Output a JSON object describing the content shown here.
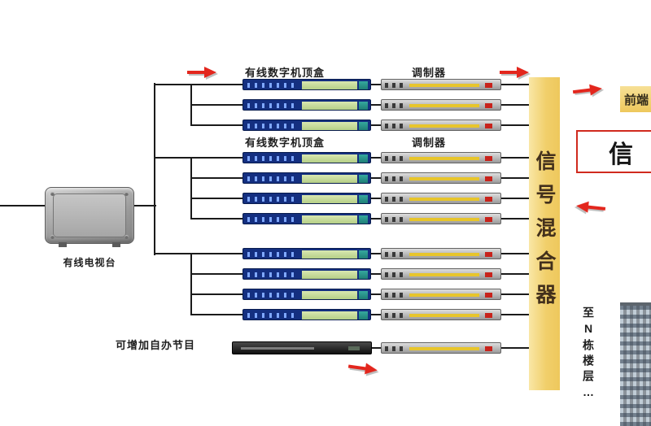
{
  "labels": {
    "stb_group1": "有线数字机顶盒",
    "modulator_group1": "调制器",
    "stb_group2": "有线数字机顶盒",
    "modulator_group2": "调制器",
    "cable_station": "有线电视台",
    "self_program_note": "可增加自办节目",
    "mixer": "信号混合器",
    "front_end": "前端",
    "right_partial_box": "信",
    "to_building_floors": "至N栋楼层…"
  },
  "colors": {
    "arrow_red": "#e3261d",
    "mixer_yellow": "#f1cf6b",
    "frontend_yellow": "#eec85c",
    "signbox_border_red": "#d02a1e",
    "stb_body_blue": "#142f80",
    "stb_panel_green": "#c5da9b",
    "stb_cap_teal": "#2f9a92",
    "modulator_gray": "#bdbdbd",
    "modulator_stripe_yellow": "#e7c52c",
    "cable_black": "#1b1b1b"
  },
  "devices": {
    "set_top_box_rows": 11,
    "modulator_rows": 12,
    "self_program_players": 1
  }
}
